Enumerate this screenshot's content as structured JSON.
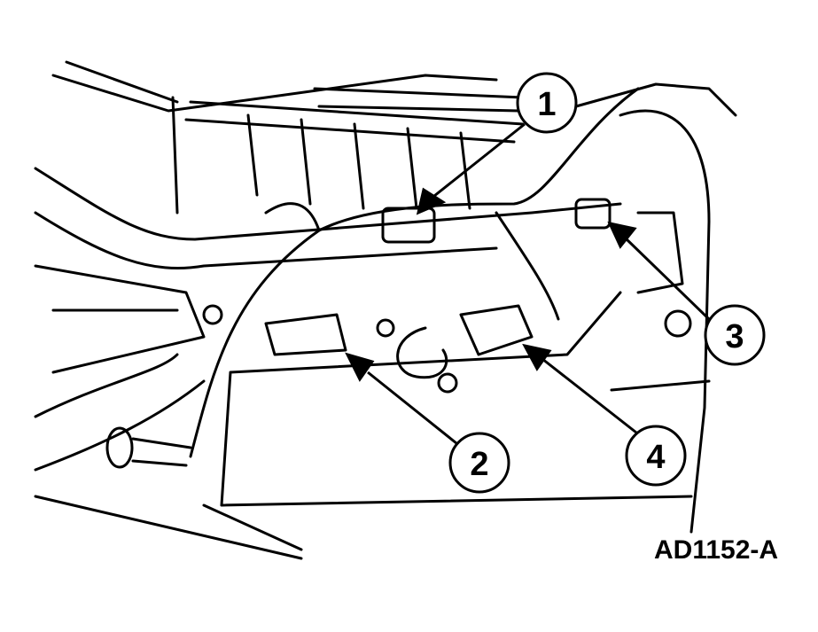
{
  "figure_id": "AD1152-A",
  "callouts": [
    {
      "label": "1"
    },
    {
      "label": "2"
    },
    {
      "label": "3"
    },
    {
      "label": "4"
    }
  ],
  "colors": {
    "line": "#000000",
    "background": "#ffffff"
  }
}
